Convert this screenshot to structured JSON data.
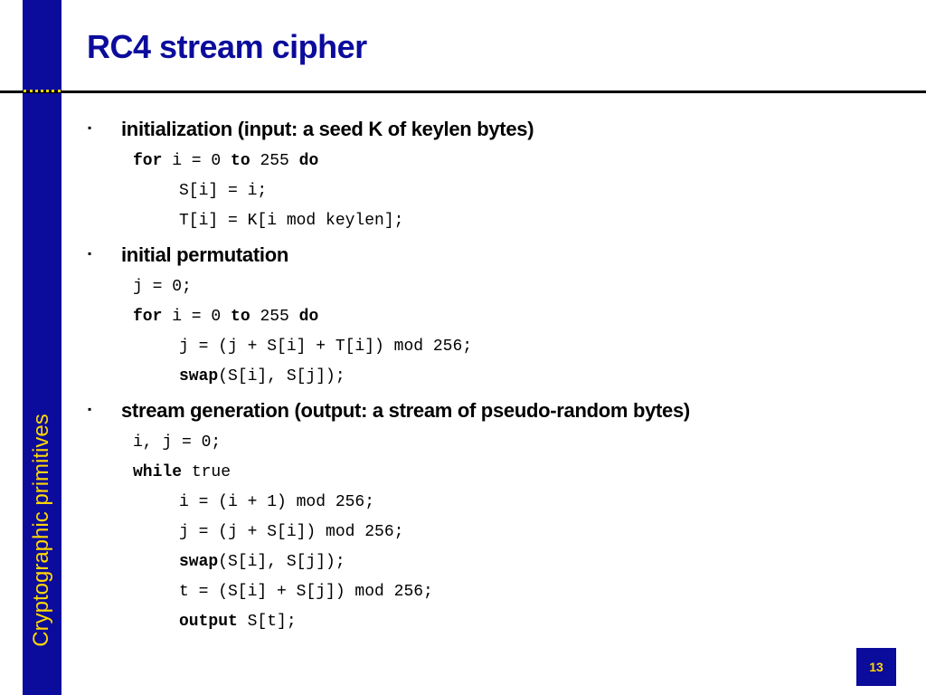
{
  "slide": {
    "title": "RC4 stream cipher",
    "side_label": "Cryptographic primitives",
    "page_number": "13",
    "bullet_glyph": "▪",
    "colors": {
      "accent_blue": "#0b0b9c",
      "accent_gold": "#ffd700",
      "text": "#000000",
      "background": "#ffffff"
    }
  },
  "sections": [
    {
      "heading": "initialization (input: a seed K of keylen bytes)",
      "code": [
        {
          "kw1": "for",
          "t1": " i = 0 ",
          "kw2": "to",
          "t2": " 255 ",
          "kw3": "do"
        },
        {
          "text": "S[i] = i;"
        },
        {
          "text": "T[i] = K[i mod keylen];"
        }
      ]
    },
    {
      "heading": "initial permutation",
      "code": [
        {
          "text": "j = 0;"
        },
        {
          "kw1": "for",
          "t1": " i = 0 ",
          "kw2": "to",
          "t2": " 255 ",
          "kw3": "do"
        },
        {
          "text": "j = (j + S[i] + T[i]) mod 256;"
        },
        {
          "kw": "swap",
          "text": "(S[i], S[j]);"
        }
      ]
    },
    {
      "heading": "stream generation (output: a stream of pseudo-random bytes)",
      "code": [
        {
          "text": "i, j = 0;"
        },
        {
          "kw": "while",
          "text": " true"
        },
        {
          "text": "i = (i + 1) mod 256;"
        },
        {
          "text": "j = (j + S[i]) mod 256;"
        },
        {
          "kw": "swap",
          "text": "(S[i], S[j]);"
        },
        {
          "text": "t = (S[i] + S[j]) mod 256;"
        },
        {
          "kw": "output",
          "text": " S[t];"
        }
      ]
    }
  ]
}
